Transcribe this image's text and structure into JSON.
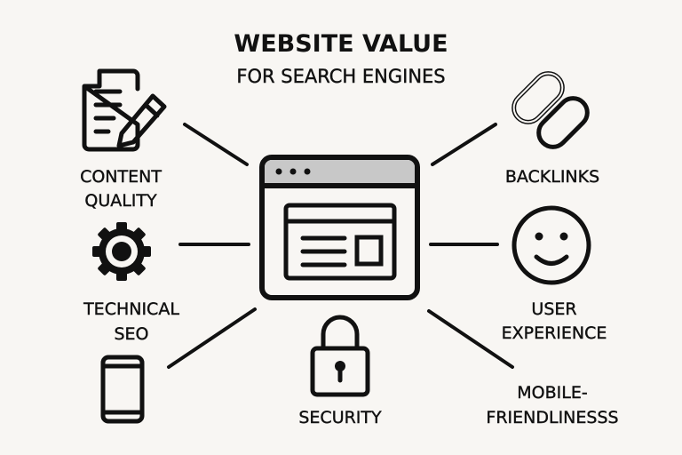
{
  "title": {
    "line1": "WEBSITE VALUE",
    "line2": "FOR SEARCH ENGINES"
  },
  "colors": {
    "background": "#f8f6f3",
    "ink": "#111111",
    "browser_bar": "#c8c8c8"
  },
  "factors": {
    "content_quality": {
      "line1": "CONTENT",
      "line2": "QUALITY",
      "icon": "document-pencil-icon"
    },
    "technical_seo": {
      "line1": "TECHNICAL",
      "line2": "SEO",
      "icon": "gear-icon"
    },
    "mobile": {
      "line1": "MOBILE-",
      "line2": "FRIENDLINESSS",
      "icon": "smartphone-icon"
    },
    "security": {
      "label": "SECURITY",
      "icon": "padlock-icon"
    },
    "backlinks": {
      "label": "BACKLINKS",
      "icon": "chain-link-icon"
    },
    "user_experience": {
      "line1": "USER",
      "line2": "EXPERIENCE",
      "icon": "smiley-face-icon"
    }
  },
  "center": {
    "icon": "browser-window-icon"
  }
}
